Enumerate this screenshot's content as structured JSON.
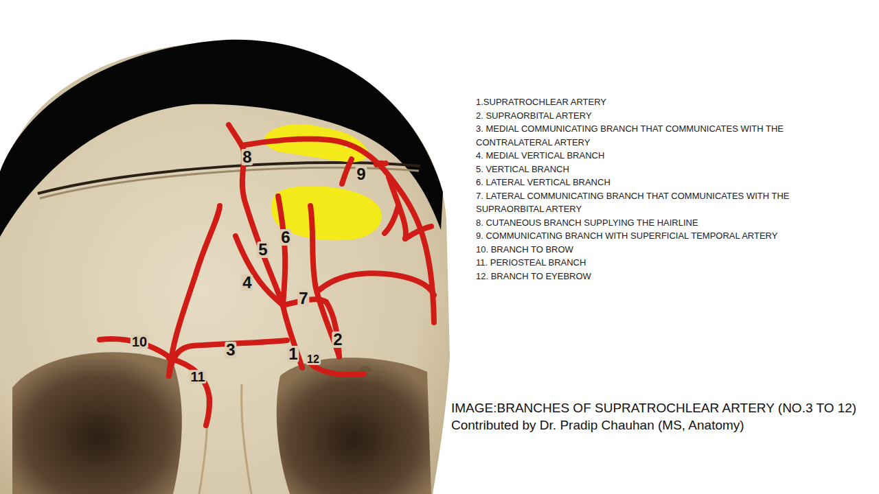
{
  "diagram": {
    "caption": "IMAGE:BRANCHES OF SUPRATROCHLEAR ARTERY (NO.3 TO 12)",
    "labels": [
      "8",
      "9",
      "5",
      "6",
      "4",
      "7",
      "10",
      "3",
      "1",
      "12",
      "2",
      "11",
      "1.SUPRATROCHLEAR ARTERY",
      "2. SUPRAORBITAL ARTERY",
      "3. MEDIAL COMMUNICATING BRANCH THAT COMMUNICATES WITH THE CONTRALATERAL ARTERY",
      "4. MEDIAL VERTICAL BRANCH",
      "5. VERTICAL BRANCH",
      "6. LATERAL VERTICAL BRANCH",
      "7. LATERAL COMMUNICATING BRANCH THAT COMMUNICATES WITH THE SUPRAORBITAL ARTERY",
      "8. CUTANEOUS BRANCH SUPPLYING THE HAIRLINE",
      "9. COMMUNICATING BRANCH WITH SUPERFICIAL TEMPORAL ARTERY",
      "10. BRANCH TO BROW",
      "11. PERIOSTEAL BRANCH",
      "12. BRANCH TO EYEBROW",
      "Contributed by Dr. Pradip Chauhan (MS, Anatomy)"
    ]
  }
}
